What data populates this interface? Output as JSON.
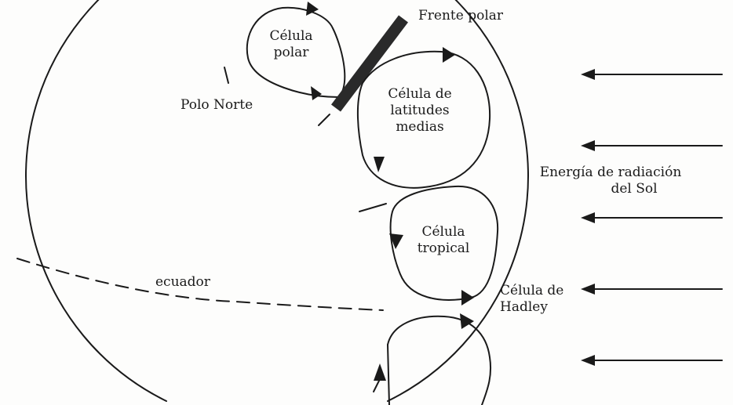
{
  "labels": {
    "celula_polar": [
      "Célula",
      "polar"
    ],
    "frente_polar": "Frente polar",
    "polo_norte": "Polo Norte",
    "celula_latitudes_medias": [
      "Célula de",
      "latitudes",
      "medias"
    ],
    "energia": [
      "Energía de radiación",
      "del Sol"
    ],
    "celula_tropical": [
      "Célula",
      "tropical"
    ],
    "ecuador": "ecuador",
    "celula_hadley": [
      "Célula de",
      "Hadley"
    ]
  },
  "colors": {
    "ink": "#1a1a1a",
    "background": "#fdfdfc",
    "front_bar": "#2a2a2a"
  }
}
